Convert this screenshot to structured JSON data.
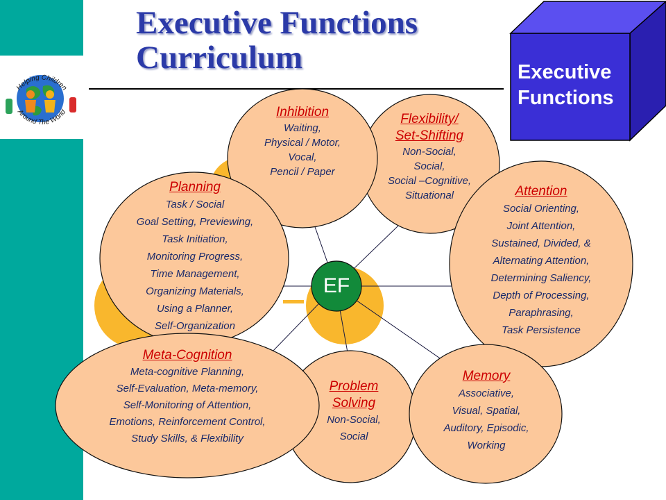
{
  "title": {
    "line1": "Executive Functions",
    "line2": "Curriculum"
  },
  "logo": {
    "top_text": "Helping Children",
    "bottom_text": "Around The World"
  },
  "cube": {
    "line1": "Executive",
    "line2": "Functions"
  },
  "center": {
    "label": "EF"
  },
  "bubbles": {
    "inhibition": {
      "title": "Inhibition",
      "lines": [
        "Waiting,",
        "Physical / Motor,",
        "Vocal,",
        "Pencil / Paper"
      ]
    },
    "flexibility": {
      "title_lines": [
        "Flexibility/",
        "Set-Shifting"
      ],
      "lines": [
        "Non-Social,",
        "Social,",
        "Social –Cognitive,",
        "Situational"
      ]
    },
    "planning": {
      "title": "Planning",
      "lines": [
        "Task / Social",
        "Goal Setting, Previewing,",
        "Task Initiation,",
        "Monitoring Progress,",
        "Time Management,",
        "Organizing Materials,",
        "Using a Planner,",
        "Self-Organization"
      ]
    },
    "attention": {
      "title": "Attention",
      "lines": [
        "Social Orienting,",
        "Joint Attention,",
        "Sustained, Divided, &",
        "Alternating Attention,",
        "Determining Saliency,",
        "Depth of Processing,",
        "Paraphrasing,",
        "Task Persistence"
      ]
    },
    "metacognition": {
      "title": "Meta-Cognition",
      "lines": [
        "Meta-cognitive Planning,",
        "Self-Evaluation, Meta-memory,",
        "Self-Monitoring of Attention,",
        "Emotions, Reinforcement Control,",
        "Study Skills, & Flexibility"
      ]
    },
    "problem": {
      "title_lines": [
        "Problem",
        "Solving"
      ],
      "lines": [
        "Non-Social,",
        "Social"
      ]
    },
    "memory": {
      "title": "Memory",
      "lines": [
        "Associative,",
        "Visual, Spatial,",
        "Auditory, Episodic,",
        "Working"
      ]
    }
  },
  "colors": {
    "sidebar": "#00a99d",
    "title": "#2b3aa8",
    "bubble_fill": "#fcc89b",
    "ef_fill": "#128a3a",
    "cube": "#3a2fd6",
    "heading": "#cc0000",
    "body_text": "#1b2a6b",
    "yellow": "#f9b72d"
  }
}
